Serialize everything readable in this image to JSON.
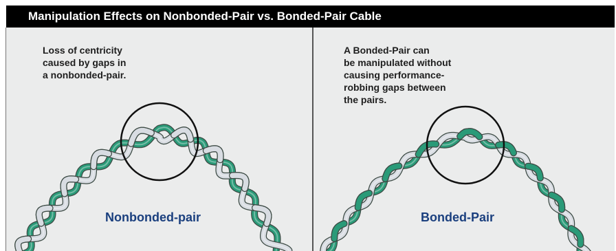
{
  "title": "Manipulation Effects on Nonbonded-Pair vs. Bonded-Pair Cable",
  "left_panel": {
    "caption_lines": [
      "Loss of centricity",
      "caused by gaps in",
      "a nonbonded-pair."
    ],
    "cable_label": "Nonbonded-pair"
  },
  "right_panel": {
    "caption_lines": [
      "A Bonded-Pair can",
      "be manipulated without",
      "causing performance-",
      "robbing gaps between",
      "the pairs."
    ],
    "cable_label": "Bonded-Pair"
  },
  "colors": {
    "title_bar": "#000000",
    "title_text": "#ffffff",
    "panel_background": "#ebecec",
    "wire_green": "#2a9a78",
    "wire_silver": "#d8dce2",
    "label_blue": "#1a3f7e"
  }
}
